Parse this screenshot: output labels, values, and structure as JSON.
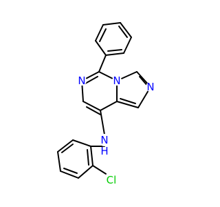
{
  "molecule": {
    "atoms": {
      "N_pyrazine": {
        "text": "N",
        "color": "#0000FF"
      },
      "N_bridge": {
        "text": "N",
        "color": "#0000FF"
      },
      "N_imidazole": {
        "text": "N",
        "color": "#0000FF"
      },
      "NH_amine": {
        "text": "N",
        "color": "#0000FF"
      },
      "H_amine": {
        "text": "H",
        "color": "#0000FF"
      },
      "Cl": {
        "text": "Cl",
        "color": "#00CC00"
      }
    },
    "bond_color": "#000000"
  }
}
